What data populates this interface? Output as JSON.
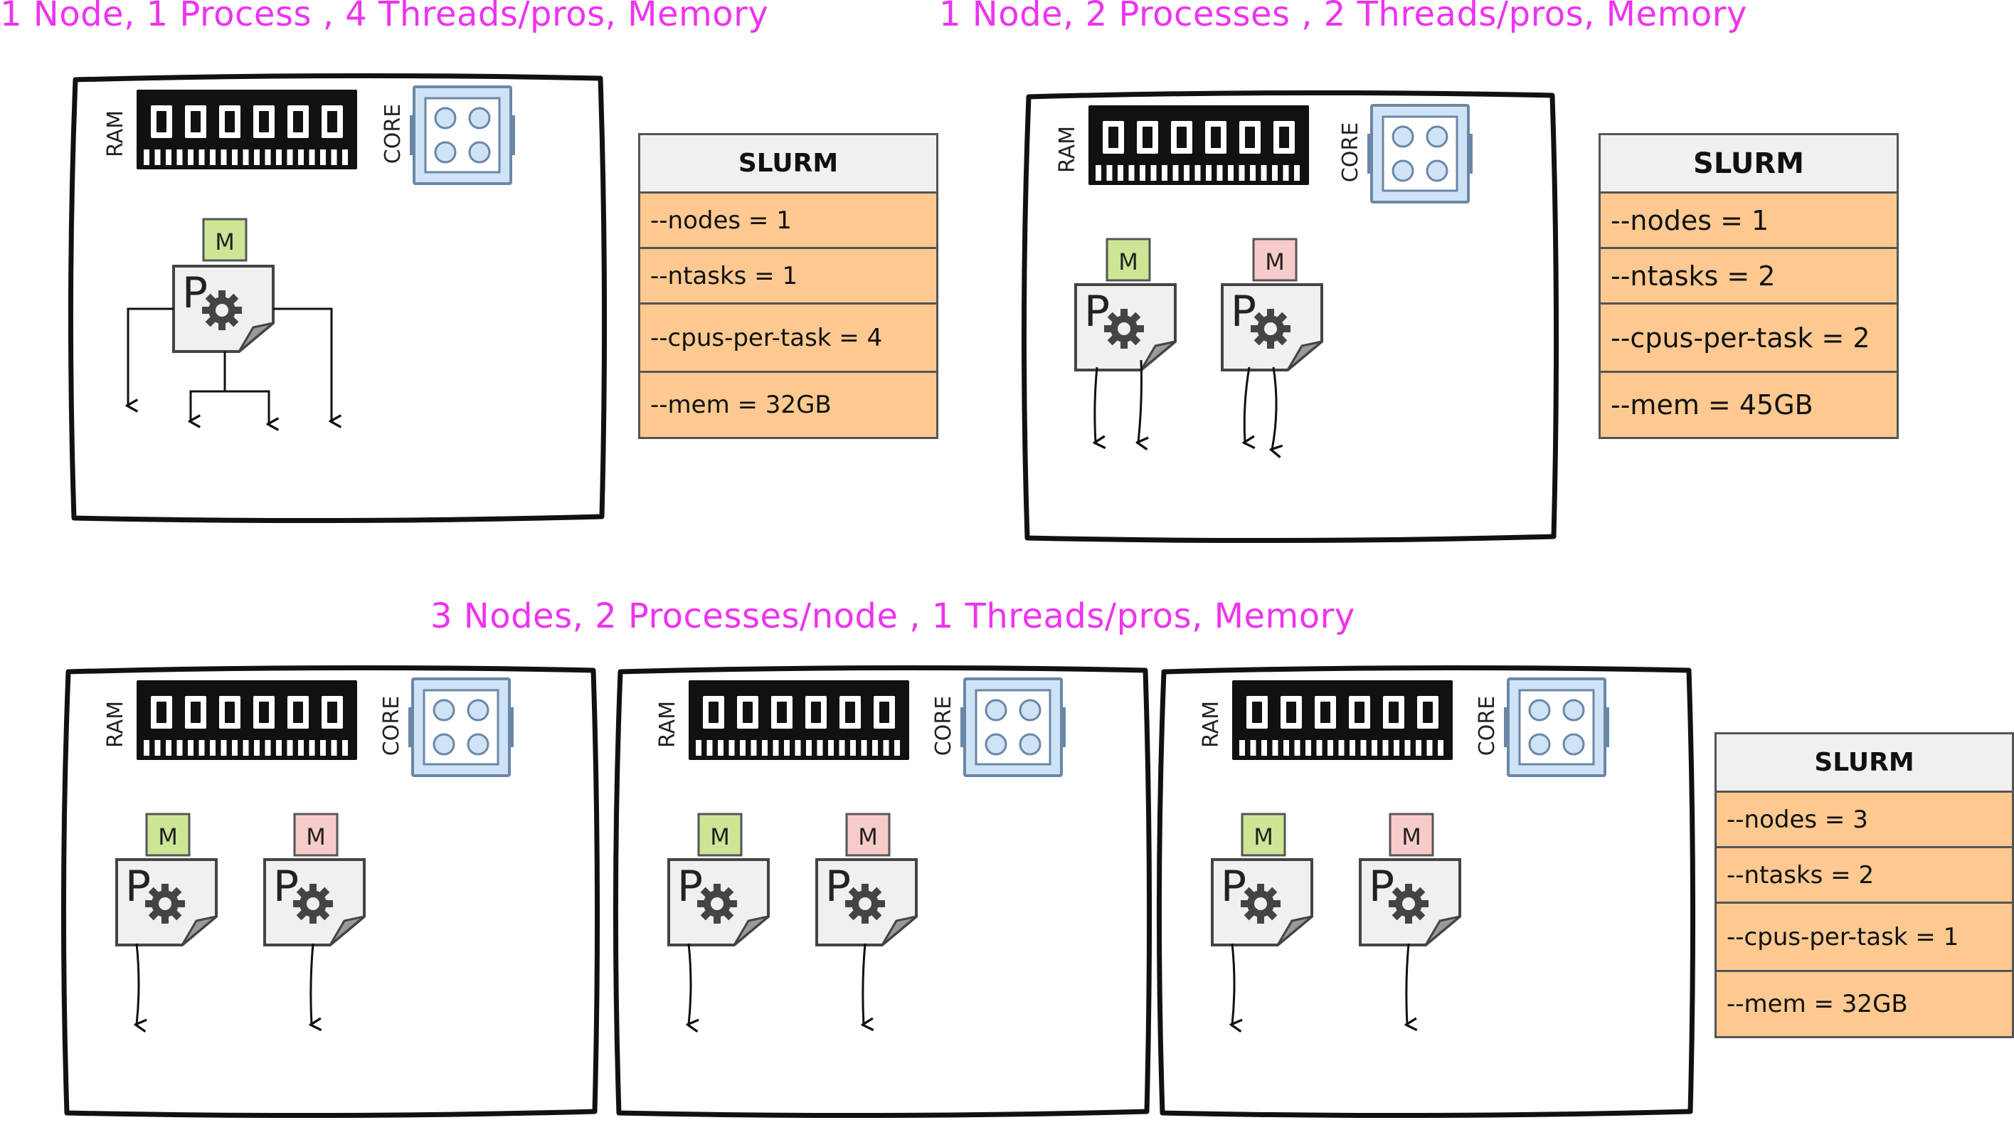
{
  "headings": {
    "one": "1 Node, 1 Process , 4 Threads/pros, Memory",
    "two": "1 Node, 2 Processes , 2 Threads/pros, Memory",
    "three": "3 Nodes, 2 Processes/node , 1 Threads/pros, Memory"
  },
  "labels": {
    "ram": "RAM",
    "core": "CORE",
    "memory": "M",
    "process": "P"
  },
  "slurm_tables": [
    {
      "title": "SLURM",
      "rows": [
        "--nodes = 1",
        "--ntasks = 1",
        "--cpus-per-task = 4",
        "--mem = 32GB"
      ]
    },
    {
      "title": "SLURM",
      "rows": [
        "--nodes = 1",
        "--ntasks = 2",
        "--cpus-per-task = 2",
        "--mem = 45GB"
      ]
    },
    {
      "title": "SLURM",
      "rows": [
        "--nodes = 3",
        "--ntasks = 2",
        "--cpus-per-task = 1",
        "--mem = 32GB"
      ]
    }
  ],
  "colors": {
    "heading": "#ee33ee",
    "memory_green": "#cce696",
    "memory_pink": "#f8cbcb",
    "core_blue": "#cfe3f7",
    "slurm_row": "#fdc991",
    "slurm_header": "#f0f0f0"
  }
}
